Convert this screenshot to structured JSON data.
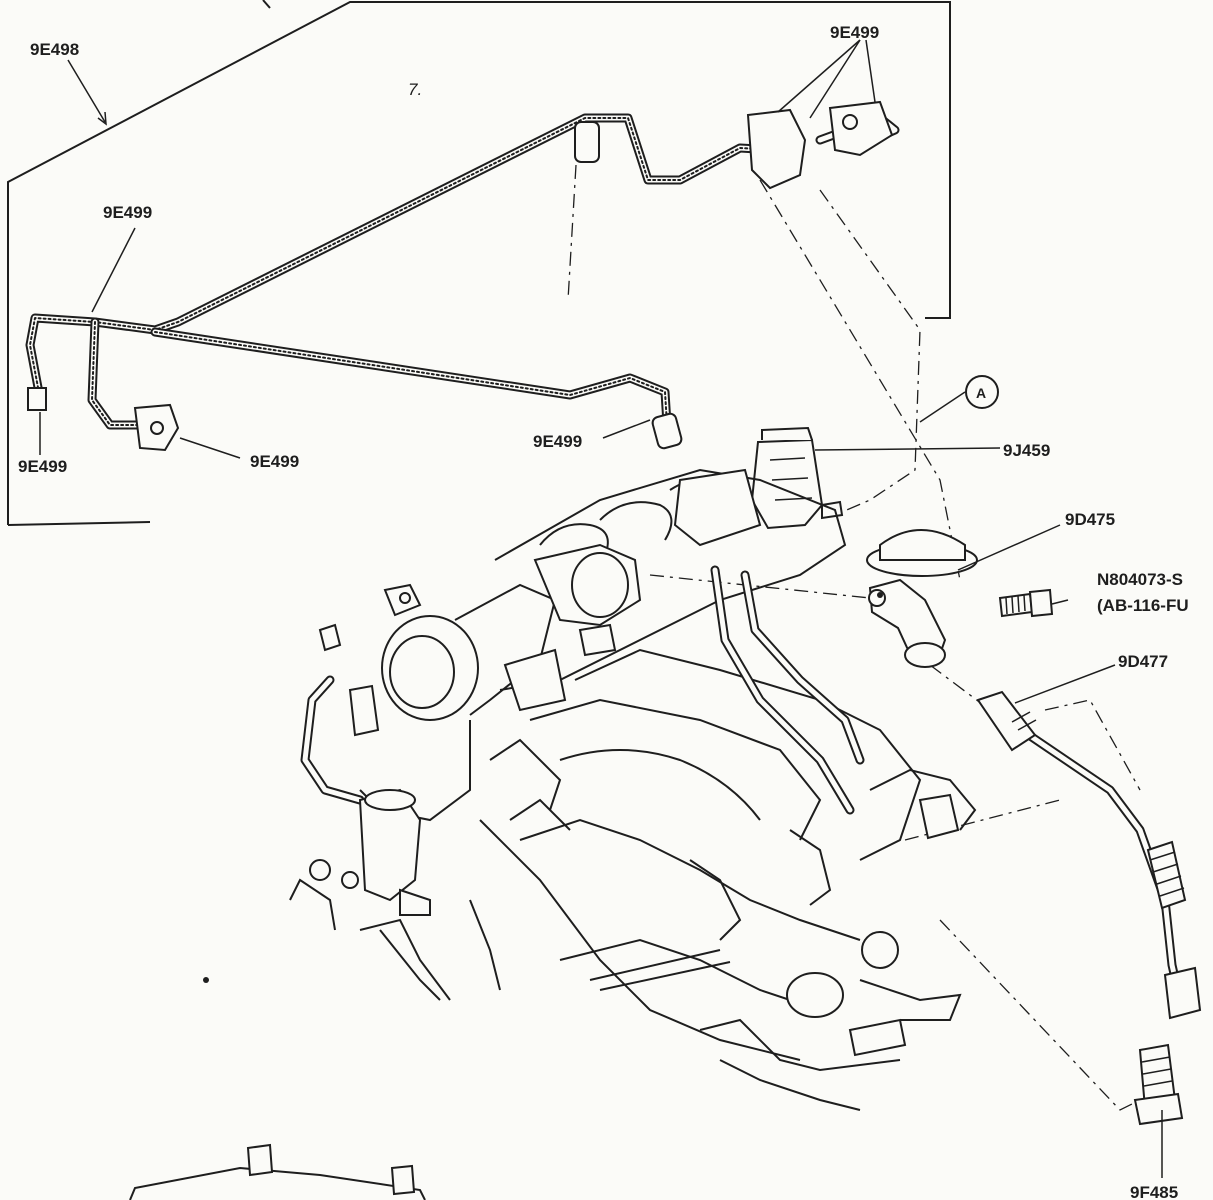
{
  "labels": {
    "main_tube_assembly": "9E498",
    "hose_top_right": "9E499",
    "hose_left_upper": "9E499",
    "hose_left_lower": "9E499",
    "hose_left_connector": "9E499",
    "hose_center": "9E499",
    "regulator": "9J459",
    "egr_valve": "9D475",
    "bolt": "N804073-S",
    "bolt_spec": "(AB-116-FU",
    "egr_tube": "9D477",
    "fitting": "9F485",
    "view_marker": "A",
    "page_mark": "7."
  }
}
